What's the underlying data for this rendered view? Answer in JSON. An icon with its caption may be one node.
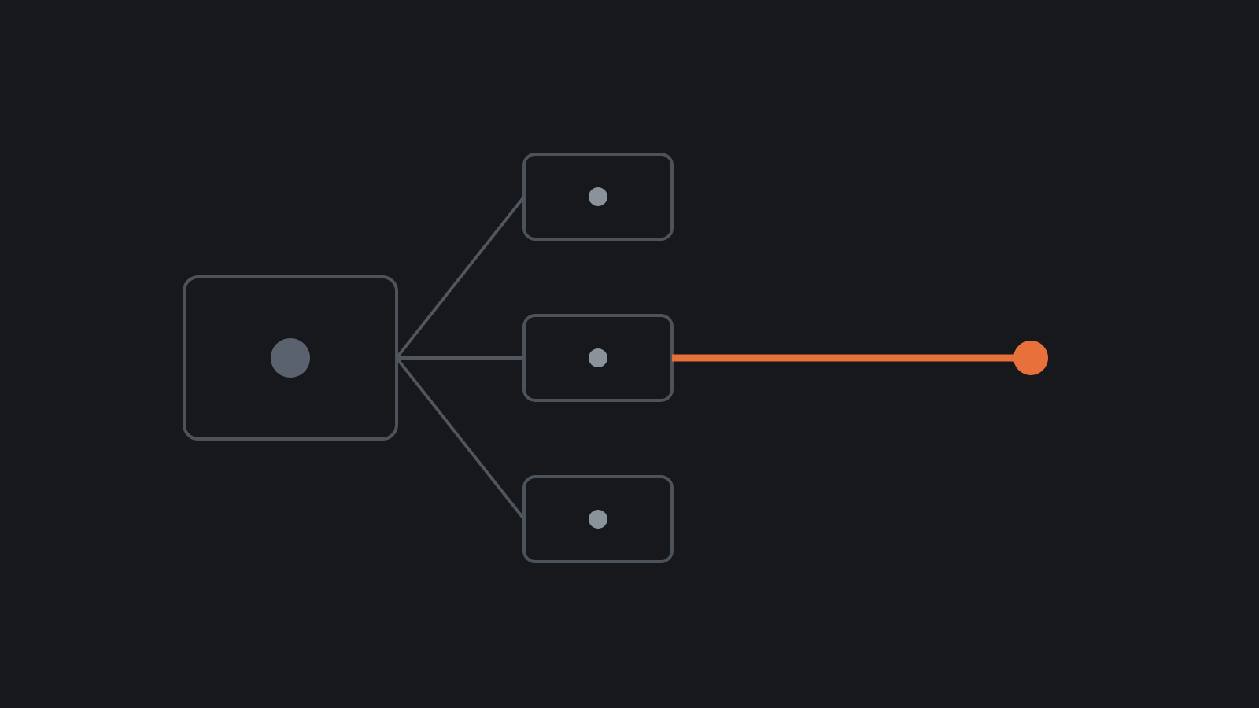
{
  "diagram": {
    "nodes": [
      {
        "text": [],
        "shape": "box"
      },
      {
        "text": [],
        "shape": "box"
      },
      {
        "text": [],
        "shape": "box"
      },
      {
        "text": [],
        "shape": "box"
      }
    ],
    "edges": [
      {
        "from": 0,
        "to": 1,
        "arrow": "none"
      },
      {
        "from": 0,
        "to": 2,
        "arrow": "none"
      },
      {
        "from": 0,
        "to": 3,
        "arrow": "none"
      },
      {
        "from": 2,
        "to": null,
        "arrow": "other",
        "style": "thick",
        "color": "#e8703a"
      }
    ]
  }
}
